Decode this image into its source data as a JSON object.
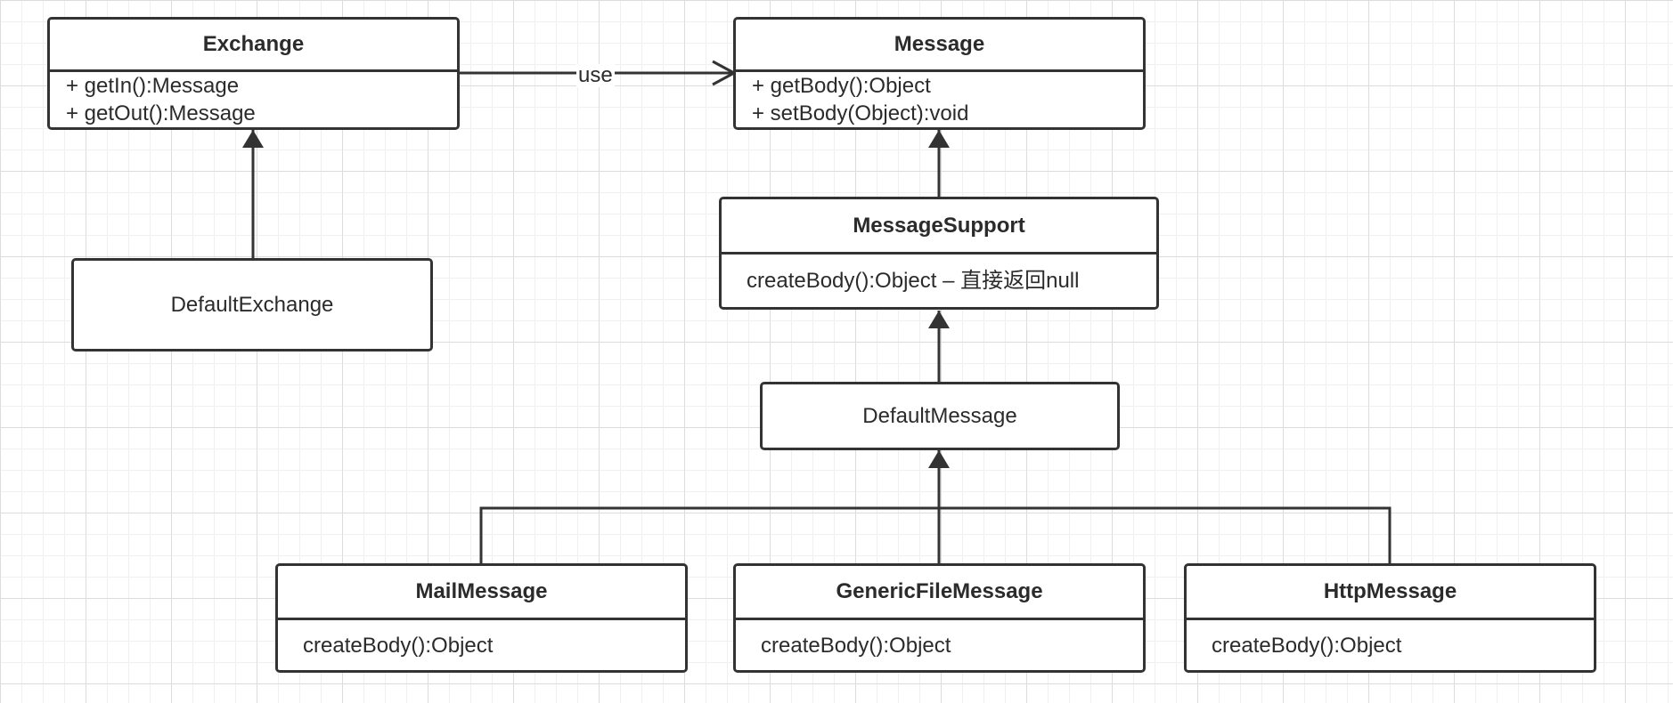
{
  "classes": {
    "exchange": {
      "name": "Exchange",
      "members": [
        "+ getIn():Message",
        "+ getOut():Message"
      ]
    },
    "message": {
      "name": "Message",
      "members": [
        "+ getBody():Object",
        "+ setBody(Object):void"
      ]
    },
    "default_exchange": {
      "name": "DefaultExchange"
    },
    "message_support": {
      "name": "MessageSupport",
      "members": [
        "createBody():Object – 直接返回null"
      ]
    },
    "default_message": {
      "name": "DefaultMessage"
    },
    "mail_message": {
      "name": "MailMessage",
      "members": [
        "createBody():Object"
      ]
    },
    "generic_file_message": {
      "name": "GenericFileMessage",
      "members": [
        "createBody():Object"
      ]
    },
    "http_message": {
      "name": "HttpMessage",
      "members": [
        "createBody():Object"
      ]
    }
  },
  "relations": {
    "use_label": "use"
  },
  "colors": {
    "stroke": "#333333",
    "grid_major": "#dcdcdc",
    "grid_minor": "#f0f0f0"
  }
}
